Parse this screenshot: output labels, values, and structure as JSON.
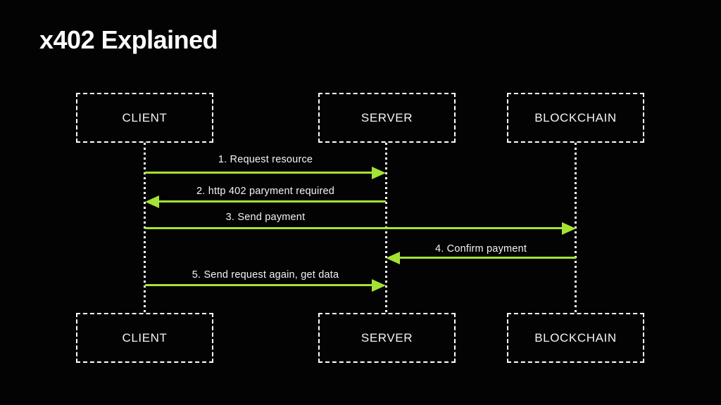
{
  "title": "x402 Explained",
  "diagram": {
    "actors_top": [
      {
        "label": "CLIENT"
      },
      {
        "label": "SERVER"
      },
      {
        "label": "BLOCKCHAIN"
      }
    ],
    "actors_bottom": [
      {
        "label": "CLIENT"
      },
      {
        "label": "SERVER"
      },
      {
        "label": "BLOCKCHAIN"
      }
    ],
    "messages": [
      {
        "step": 1,
        "label": "1. Request resource",
        "from": "CLIENT",
        "to": "SERVER",
        "direction": "right"
      },
      {
        "step": 2,
        "label": "2. http 402 paryment required",
        "from": "SERVER",
        "to": "CLIENT",
        "direction": "left"
      },
      {
        "step": 3,
        "label": "3. Send payment",
        "from": "CLIENT",
        "to": "BLOCKCHAIN",
        "direction": "right"
      },
      {
        "step": 4,
        "label": "4. Confirm payment",
        "from": "BLOCKCHAIN",
        "to": "SERVER",
        "direction": "left"
      },
      {
        "step": 5,
        "label": "5. Send request again, get data",
        "from": "CLIENT",
        "to": "SERVER",
        "direction": "right"
      }
    ]
  },
  "colors": {
    "background": "#030303",
    "arrow_green": "#a4e335",
    "box_border": "#ffffff",
    "text": "#f4f4f4"
  }
}
